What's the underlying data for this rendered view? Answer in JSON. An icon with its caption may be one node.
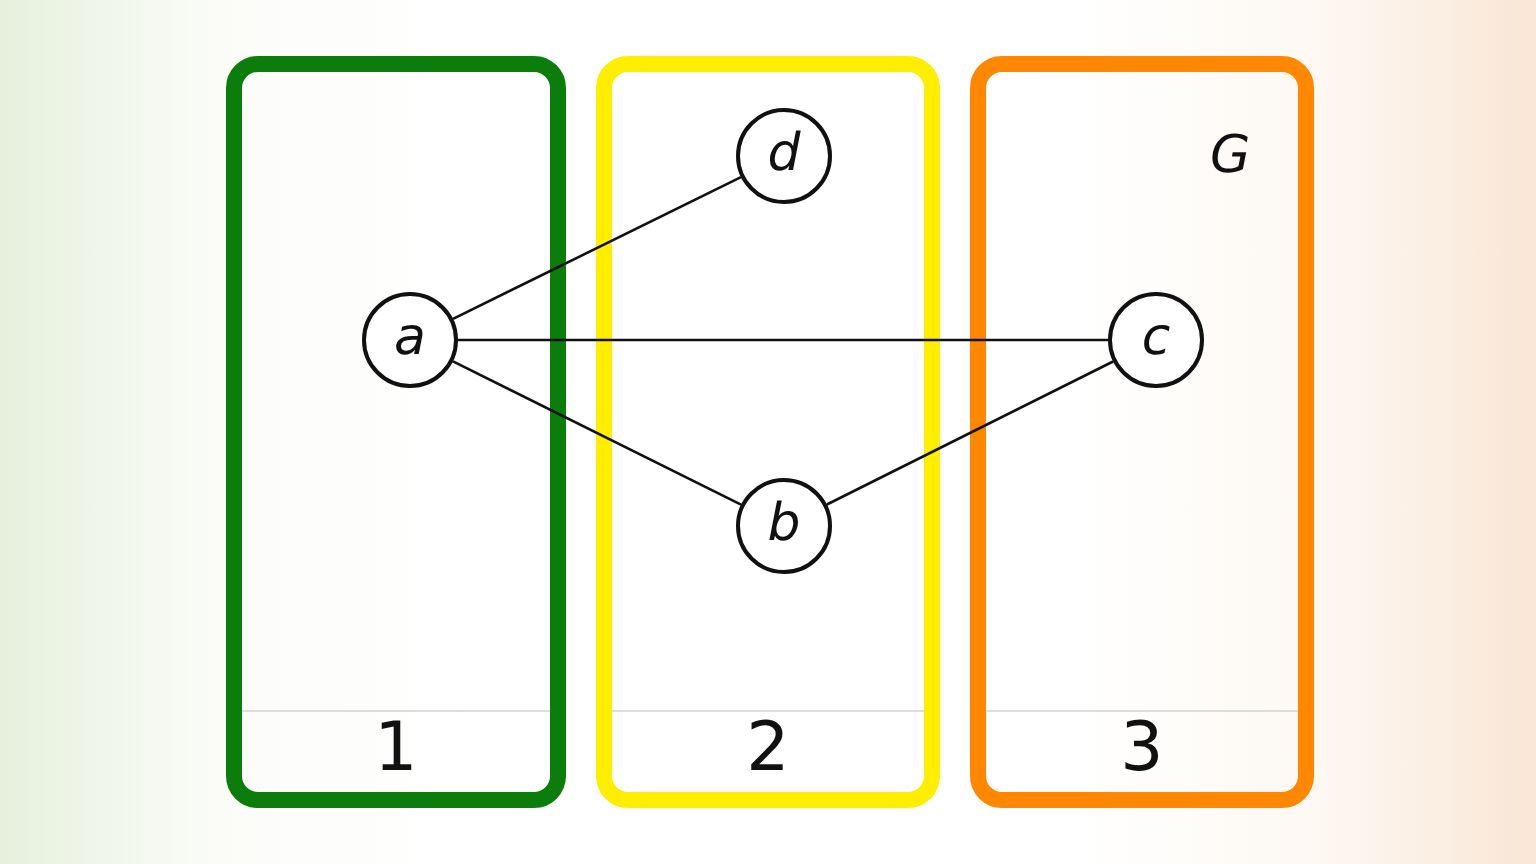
{
  "diagram": {
    "nodes": [
      {
        "text": [
          "1"
        ]
      },
      {
        "text": [
          "a"
        ],
        "in": 0
      },
      {
        "text": [
          "2"
        ]
      },
      {
        "text": [
          "d"
        ],
        "in": 2
      },
      {
        "text": [
          "b"
        ],
        "in": 2
      },
      {
        "text": [
          "3"
        ]
      },
      {
        "text": [
          "c"
        ],
        "in": 5
      }
    ],
    "edges": [
      {
        "from": 1,
        "to": 3,
        "arrow": "none"
      },
      {
        "from": 1,
        "to": 6,
        "arrow": "none"
      },
      {
        "from": 1,
        "to": 4,
        "arrow": "none"
      },
      {
        "from": 4,
        "to": 6,
        "arrow": "none"
      }
    ],
    "labels": [
      "G"
    ]
  }
}
